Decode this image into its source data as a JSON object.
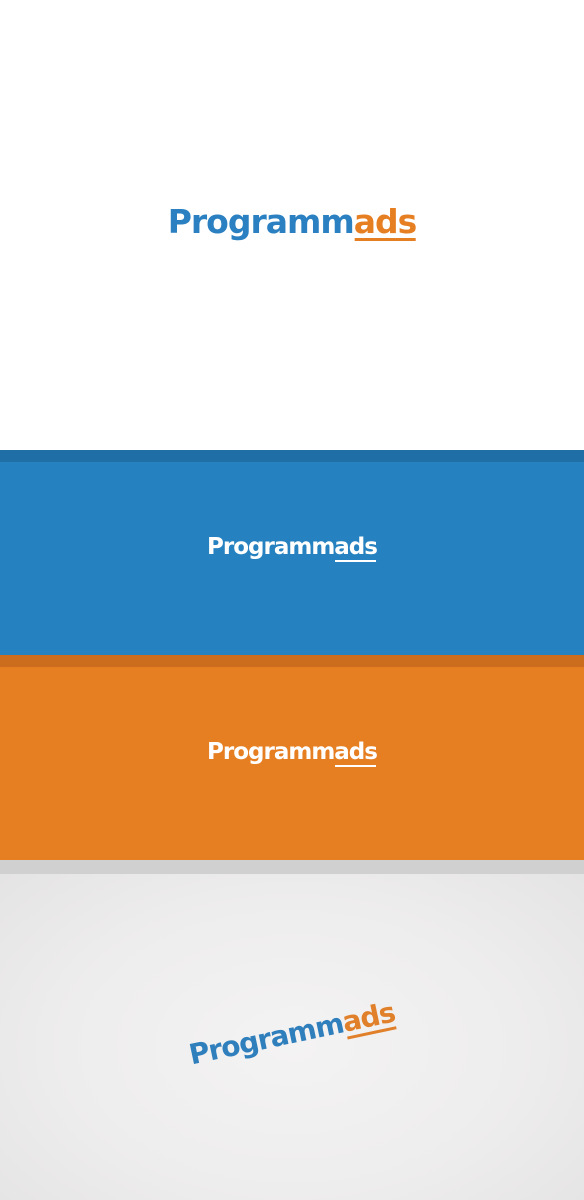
{
  "brand": {
    "name_part1": "Programm",
    "name_part2": "ads",
    "colors": {
      "blue": "#2581bf",
      "orange": "#e67e22",
      "white": "#ffffff",
      "paper": "#eeeded"
    }
  },
  "panels": [
    {
      "id": "white",
      "background": "#ffffff"
    },
    {
      "id": "blue",
      "background": "#2581bf"
    },
    {
      "id": "orange",
      "background": "#e67e22"
    },
    {
      "id": "paper",
      "background": "#eeeded"
    }
  ]
}
